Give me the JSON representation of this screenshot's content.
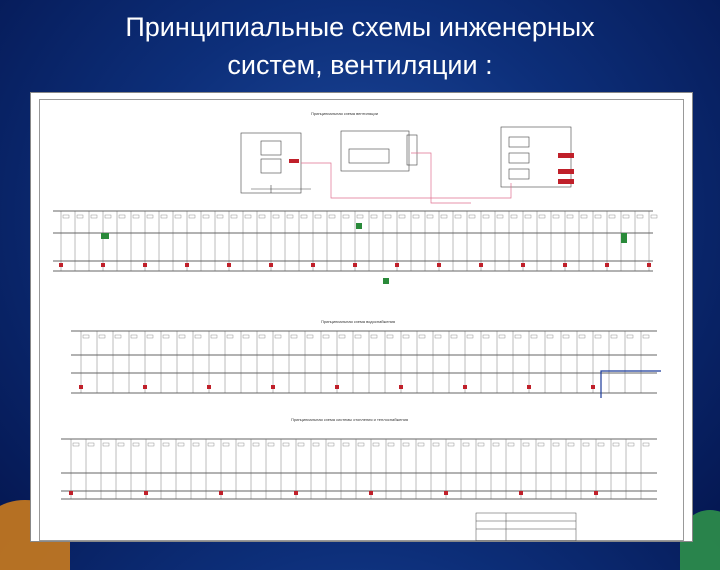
{
  "slide": {
    "title_line1": "Принципиальные схемы инженерных",
    "title_line2": "систем, вентиляции :"
  },
  "diagram": {
    "section_titles": [
      "Принципиальная схема вентиляции",
      "Принципиальная схема водоснабжения",
      "Принципиальная схема системы отопления и теплоснабжения"
    ]
  },
  "colors": {
    "background": "#0d2f7a",
    "title_text": "#ffffff",
    "sheet": "#ffffff",
    "line": "#333333",
    "accent_red": "#c0202a",
    "accent_green": "#2a8a3a",
    "accent_blue": "#1a3a9a",
    "accent_pink": "#e07090"
  }
}
